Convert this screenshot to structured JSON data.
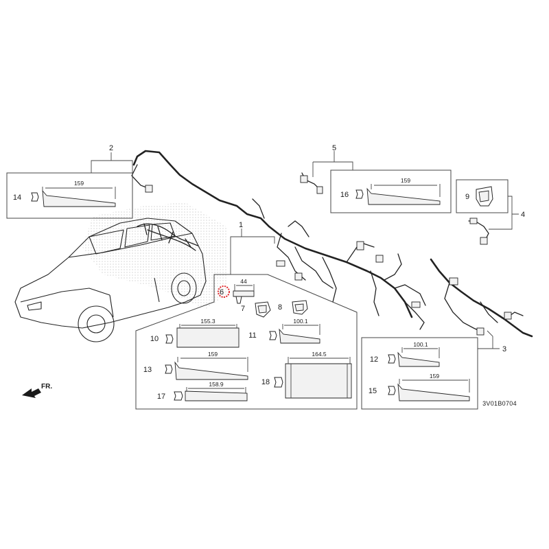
{
  "diagram": {
    "reference_code": "3V01B0704",
    "front_indicator": "FR.",
    "callouts": {
      "c1": "1",
      "c2": "2",
      "c3": "3",
      "c4": "4",
      "c5": "5",
      "c6": "6",
      "c7": "7",
      "c8": "8",
      "c9": "9",
      "c10": "10",
      "c11": "11",
      "c12": "12",
      "c13": "13",
      "c14": "14",
      "c15": "15",
      "c16": "16",
      "c17": "17",
      "c18": "18"
    },
    "dimensions": {
      "d14": "159",
      "d16": "159",
      "d6": "44",
      "d10": "155.3",
      "d11": "100.1",
      "d13": "159",
      "d18": "164.5",
      "d17": "158.9",
      "d12": "100.1",
      "d15": "159"
    },
    "highlight_color": "#e0262a"
  }
}
